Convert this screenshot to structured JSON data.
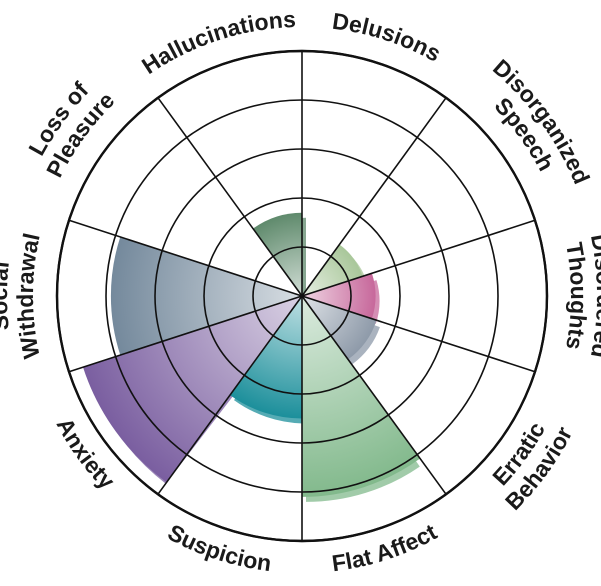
{
  "chart_data": {
    "type": "polar-area",
    "title": "",
    "scale_max": 5,
    "rings": 5,
    "categories": [
      {
        "label": [
          "Delusions"
        ],
        "value": 0,
        "color": "#ffffff"
      },
      {
        "label": [
          "Disorganized",
          "Speech"
        ],
        "value": 1.3,
        "color": "#a9c79a"
      },
      {
        "label": [
          "Disordered",
          "Thoughts"
        ],
        "value": 1.5,
        "color": "#c7689b"
      },
      {
        "label": [
          "Erratic",
          "Behavior"
        ],
        "value": 1.6,
        "color": "#8e9aa9"
      },
      {
        "label": [
          "Flat Affect"
        ],
        "value": 4.1,
        "color": "#82b98c"
      },
      {
        "label": [
          "Suspicion"
        ],
        "value": 2.5,
        "color": "#1c8f9b"
      },
      {
        "label": [
          "Anxiety"
        ],
        "value": 4.7,
        "color": "#7a5ea0"
      },
      {
        "label": [
          "Social",
          "Withdrawal"
        ],
        "value": 3.9,
        "color": "#74899c"
      },
      {
        "label": [
          "Loss of",
          "Pleasure"
        ],
        "value": 0,
        "color": "#ffffff"
      },
      {
        "label": [
          "Hallucinations"
        ],
        "value": 1.7,
        "color": "#5f8a6c"
      }
    ]
  }
}
